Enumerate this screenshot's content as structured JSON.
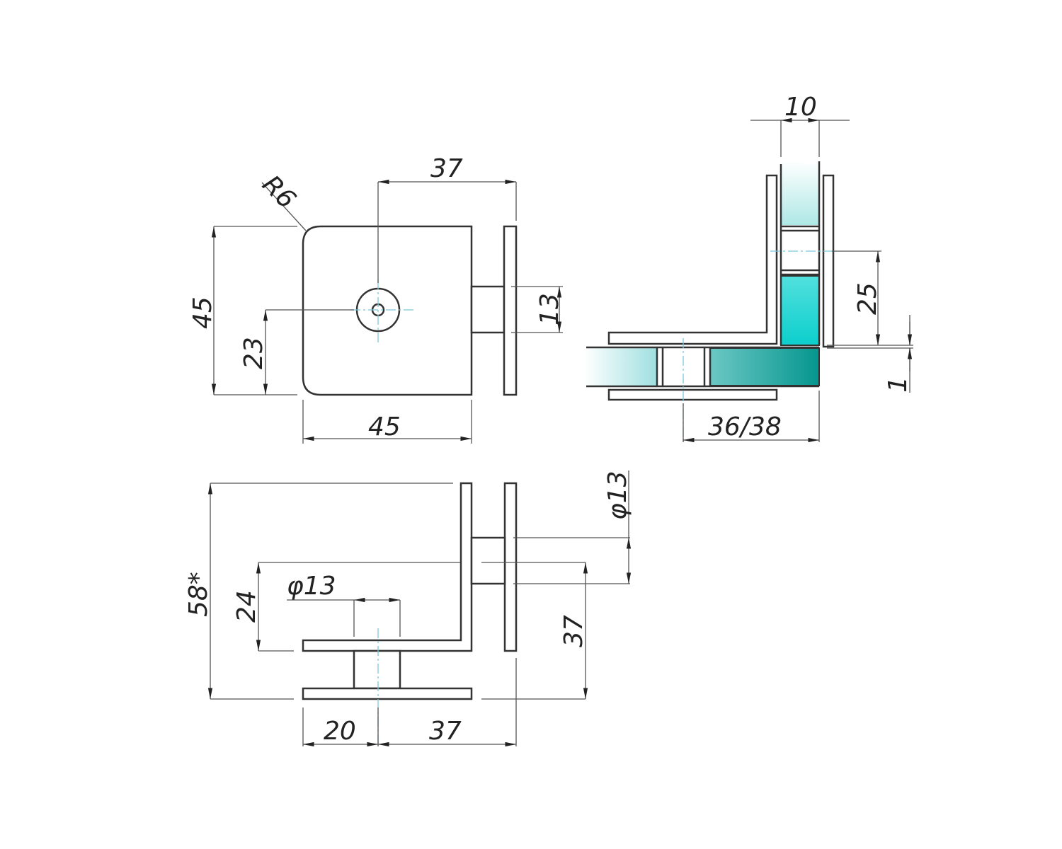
{
  "title": "Glass clamp 90° dimension drawing",
  "colors": {
    "glass_light": "#d8f2f2",
    "glass_mid": "#3ddad6",
    "glass_dark": "#0a9890",
    "line": "#333333",
    "centerline": "#7cc8dc"
  },
  "front_view": {
    "radius": "R6",
    "hole_offset": "37",
    "height": "45",
    "hole_height": "23",
    "width": "45",
    "stem": "13"
  },
  "side_view": {
    "glass_thickness": "10",
    "hole_height": "25",
    "gap": "1",
    "depth": "36/38"
  },
  "bottom_view": {
    "total_height": "58*",
    "inner_height": "24",
    "stem_diameter_left": "φ13",
    "stem_diameter_right": "φ13",
    "height_right": "37",
    "offset_left": "20",
    "offset_right": "37"
  }
}
